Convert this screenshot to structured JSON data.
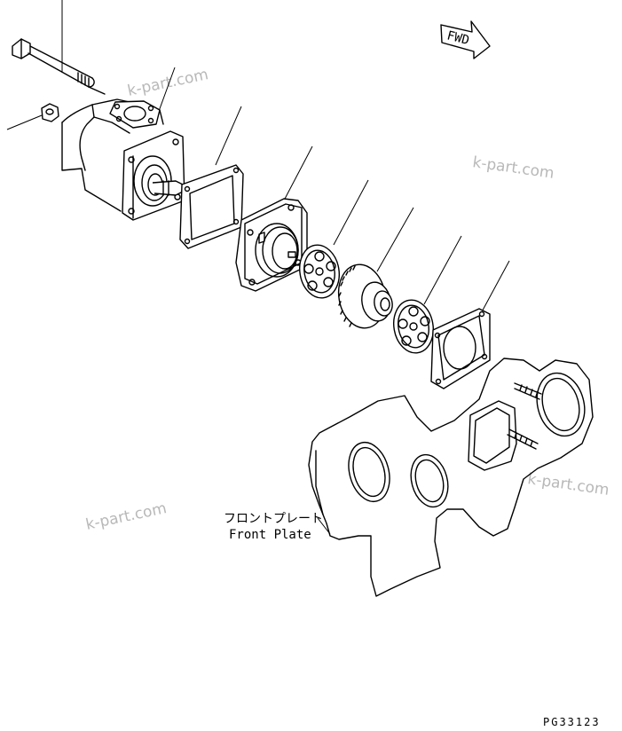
{
  "labels": {
    "fwd": "FWD",
    "front_plate_jp": "フロントプレート",
    "front_plate_en": "Front Plate",
    "drawing_code": "PG33123"
  },
  "watermarks": [
    "k-part.com",
    "k-part.com",
    "k-part.com",
    "k-part.com"
  ],
  "colors": {
    "ink": "#000000",
    "watermark": "#b8b8b8",
    "background": "#ffffff"
  }
}
